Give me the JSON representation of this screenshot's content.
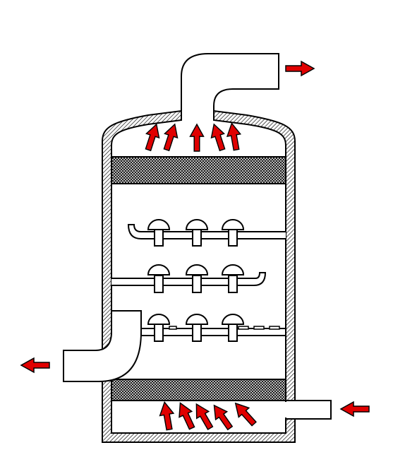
{
  "diagram": {
    "subject": "bubble-cap-tray-column",
    "colors": {
      "background": "#ffffff",
      "outline": "#000000",
      "wall-hatch": "#000000",
      "packing-mesh": "#222222",
      "arrow-fill": "#e00000",
      "arrow-outline": "#000000"
    },
    "flows": {
      "top-vapor-outlet": "out",
      "side-liquid-outlet": "out",
      "bottom-gas-inlet": "in"
    },
    "internals": {
      "packing-beds": 2,
      "trays": 3,
      "bubble-caps-per-tray": 3
    }
  }
}
